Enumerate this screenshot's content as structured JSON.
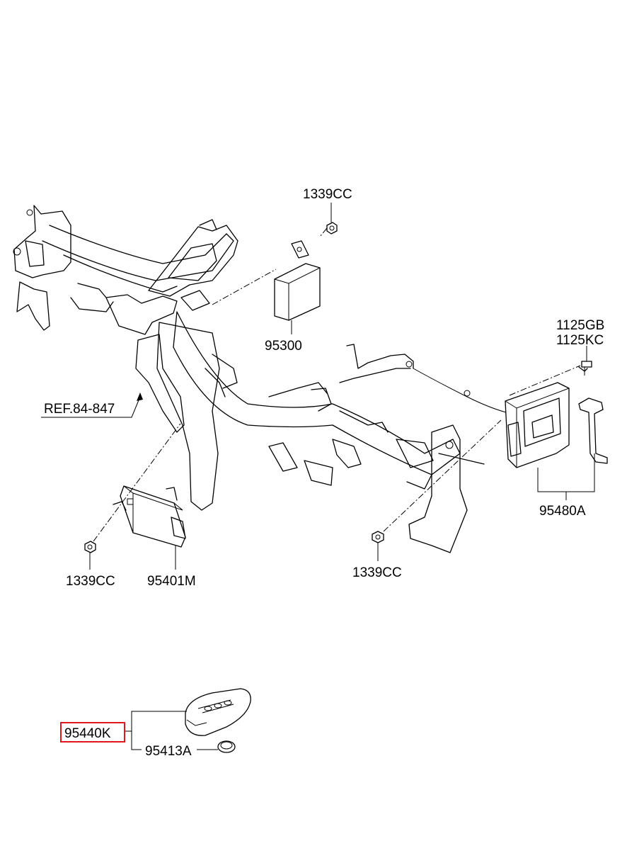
{
  "callouts": {
    "nut_top": "1339CC",
    "module_top": "95300",
    "bolt_1": "1125GB",
    "bolt_2": "1125KC",
    "reference": "REF.84-847",
    "module_right": "95480A",
    "nut_left": "1339CC",
    "module_left": "95401M",
    "nut_center": "1339CC",
    "smart_key": "95440K",
    "battery": "95413A"
  },
  "highlight": {
    "part_number": "95440K",
    "color": "#e0161b"
  }
}
